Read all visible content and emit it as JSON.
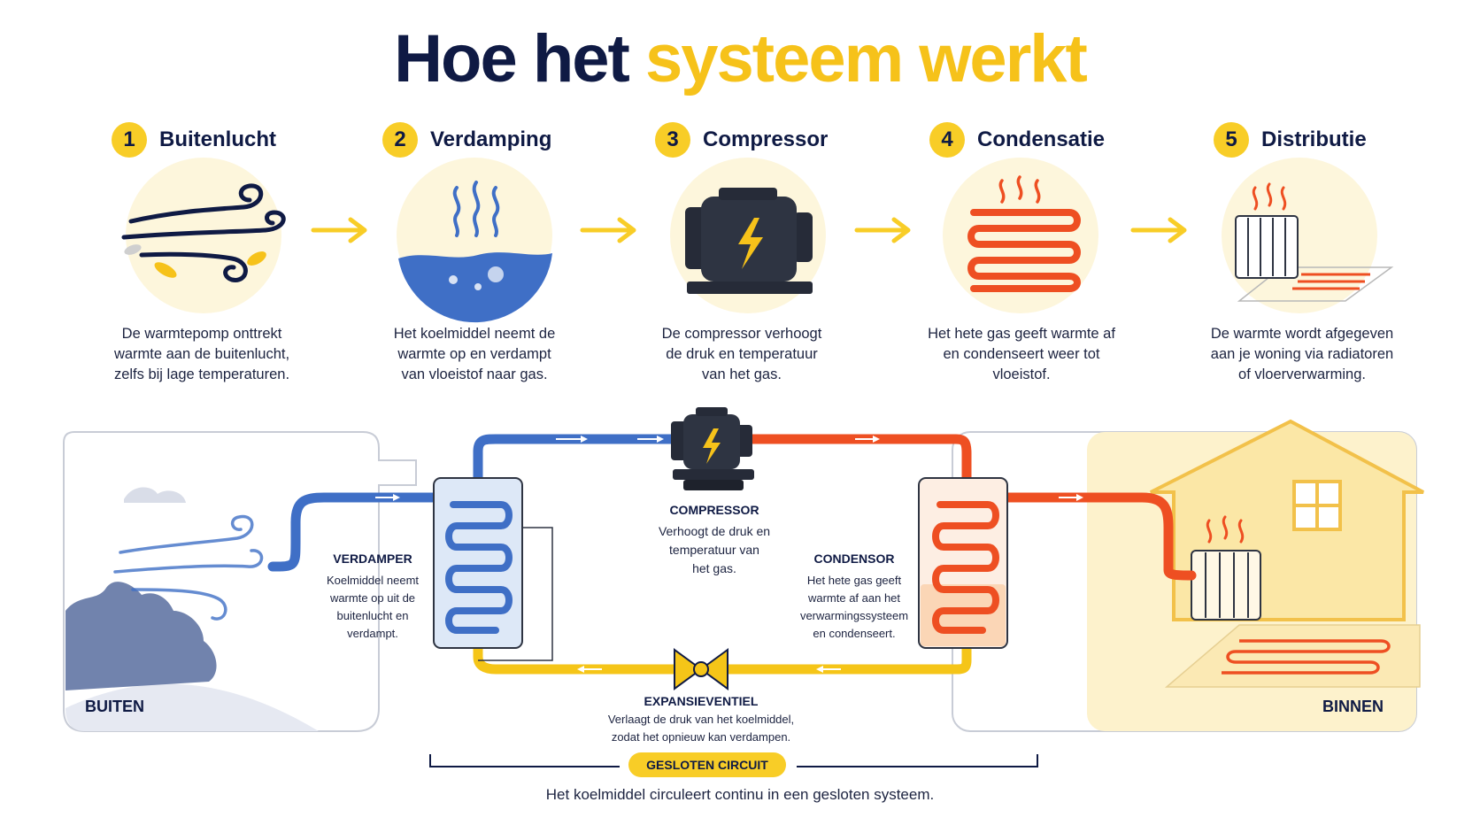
{
  "title": {
    "part1": "Hoe het",
    "part2": "systeem werkt"
  },
  "steps": [
    {
      "number": "1",
      "label": "Buitenlucht",
      "desc": [
        "De warmtepomp onttrekt",
        "warmte aan de buitenlucht,",
        "zelfs bij lage temperaturen."
      ],
      "icon": "wind-icon"
    },
    {
      "number": "2",
      "label": "Verdamping",
      "desc": [
        "Het koelmiddel neemt de",
        "warmte op en verdampt",
        "van vloeistof naar gas."
      ],
      "icon": "evaporation-icon"
    },
    {
      "number": "3",
      "label": "Compressor",
      "desc": [
        "De compressor verhoogt",
        "de druk en temperatuur",
        "van het gas."
      ],
      "icon": "compressor-icon"
    },
    {
      "number": "4",
      "label": "Condensatie",
      "desc": [
        "Het hete gas geeft warmte af",
        "en condenseert weer tot",
        "vloeistof."
      ],
      "icon": "condenser-coil-icon"
    },
    {
      "number": "5",
      "label": "Distributie",
      "desc": [
        "De warmte wordt afgegeven",
        "aan je woning via radiatoren",
        "of vloerverwarming."
      ],
      "icon": "radiator-floor-heating-icon"
    }
  ],
  "diagram": {
    "outside_label": "BUITEN",
    "inside_label": "BINNEN",
    "evaporator": {
      "title": "VERDAMPER",
      "desc": [
        "Koelmiddel neemt",
        "warmte op uit de",
        "buitenlucht en",
        "verdampt."
      ]
    },
    "compressor": {
      "title": "COMPRESSOR",
      "desc": [
        "Verhoogt de druk en",
        "temperatuur van",
        "het gas."
      ]
    },
    "condenser": {
      "title": "CONDENSOR",
      "desc": [
        "Het hete gas geeft",
        "warmte af aan het",
        "verwarmingssysteem",
        "en condenseert."
      ]
    },
    "expansion_valve": {
      "title": "EXPANSIEVENTIEL",
      "desc": [
        "Verlaagt de druk van het koelmiddel,",
        "zodat het opnieuw kan verdampen."
      ]
    },
    "circuit_badge": "GESLOTEN CIRCUIT",
    "footer": "Het koelmiddel circuleert continu in een gesloten systeem."
  },
  "colors": {
    "navy": "#0f1a44",
    "yellow": "#f8cd27",
    "cold_blue": "#3f6fc6",
    "hot_red": "#ee4f22",
    "liquid_yellow": "#f5c518",
    "circle_bg": "#fdf6dc"
  }
}
